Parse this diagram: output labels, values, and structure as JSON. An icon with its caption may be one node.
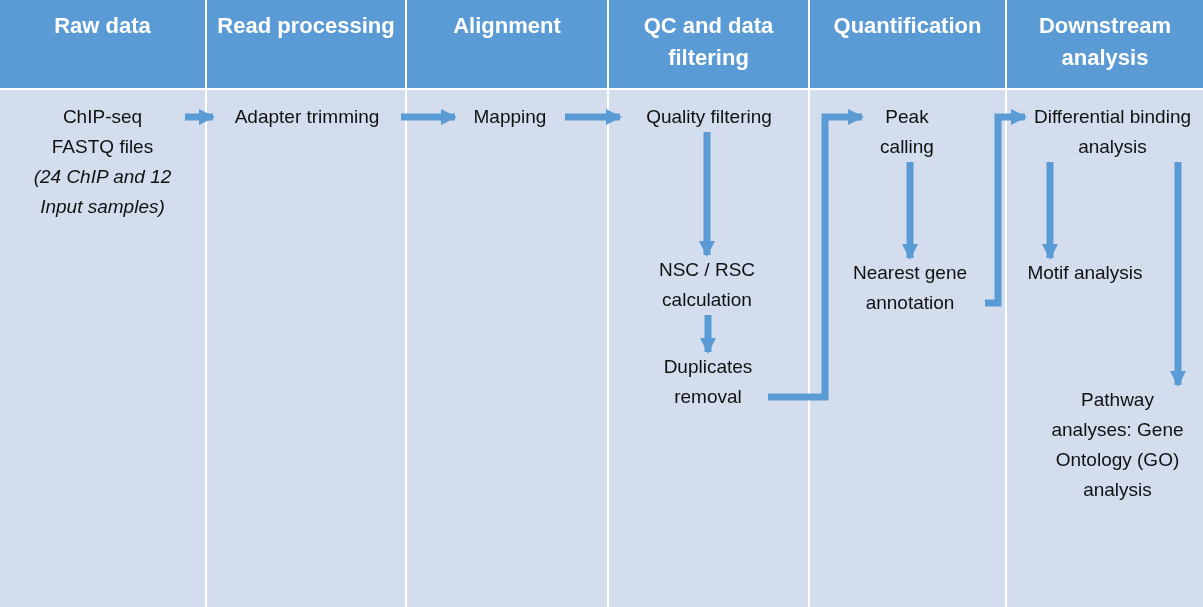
{
  "diagram": {
    "nodes": [
      {
        "text": [
          "Raw data"
        ]
      },
      {
        "text": [
          "Read processing"
        ]
      },
      {
        "text": [
          "Alignment"
        ]
      },
      {
        "text": [
          "QC and data filtering"
        ]
      },
      {
        "text": [
          "Quantification"
        ]
      },
      {
        "text": [
          "Downstream analysis"
        ]
      },
      {
        "text": [
          "ChIP-seq FASTQ files",
          "(24 ChIP and 12 Input samples)"
        ]
      },
      {
        "text": [
          "Adapter trimming"
        ]
      },
      {
        "text": [
          "Mapping"
        ]
      },
      {
        "text": [
          "Quality filtering"
        ]
      },
      {
        "text": [
          "NSC / RSC calculation"
        ]
      },
      {
        "text": [
          "Duplicates removal"
        ]
      },
      {
        "text": [
          "Peak calling"
        ]
      },
      {
        "text": [
          "Nearest gene annotation"
        ]
      },
      {
        "text": [
          "Differential binding analysis"
        ]
      },
      {
        "text": [
          "Motif analysis"
        ]
      },
      {
        "text": [
          "Pathway analyses: Gene Ontology (GO) analysis"
        ]
      }
    ],
    "edges": [
      {
        "from": 6,
        "to": 7,
        "arrow": "to"
      },
      {
        "from": 7,
        "to": 8,
        "arrow": "to"
      },
      {
        "from": 8,
        "to": 9,
        "arrow": "to"
      },
      {
        "from": 9,
        "to": 10,
        "arrow": "to"
      },
      {
        "from": 10,
        "to": 11,
        "arrow": "to"
      },
      {
        "from": 11,
        "to": 12,
        "arrow": "to"
      },
      {
        "from": 12,
        "to": 13,
        "arrow": "to"
      },
      {
        "from": 13,
        "to": 14,
        "arrow": "to"
      },
      {
        "from": 14,
        "to": 15,
        "arrow": "to"
      },
      {
        "from": 14,
        "to": 16,
        "arrow": "to"
      }
    ]
  }
}
